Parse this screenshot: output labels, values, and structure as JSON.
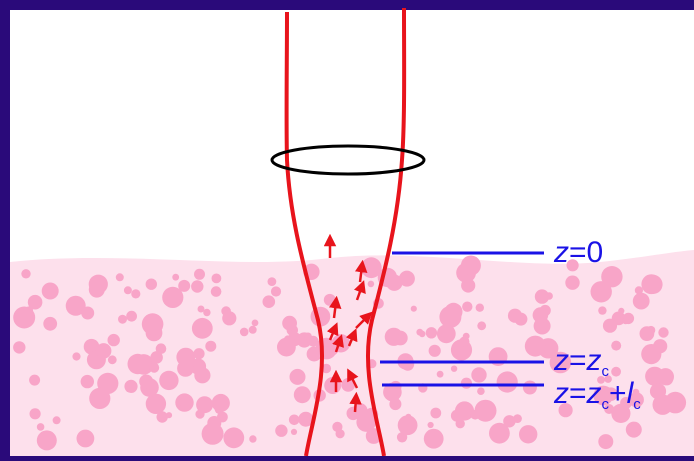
{
  "labels": {
    "surface": {
      "var": "z",
      "eq": "=0"
    },
    "focus": {
      "var": "z",
      "eq": "=",
      "var2": "z",
      "sub": "c"
    },
    "depth": {
      "var": "z",
      "eq": "=",
      "var2": "z",
      "sub": "c",
      "plus": "+",
      "var3": "l",
      "sub2": "c"
    }
  },
  "colors": {
    "frame": "#2a0a7a",
    "background": "#ffffff",
    "tissue": "#fde0ec",
    "particle": "#f8a5c8",
    "beam": "#e8141c",
    "label": "#1a12e6",
    "lens": "#000000"
  },
  "icons": {
    "lens": "lens-ellipse",
    "scatter_arrow": "arrow-up"
  }
}
